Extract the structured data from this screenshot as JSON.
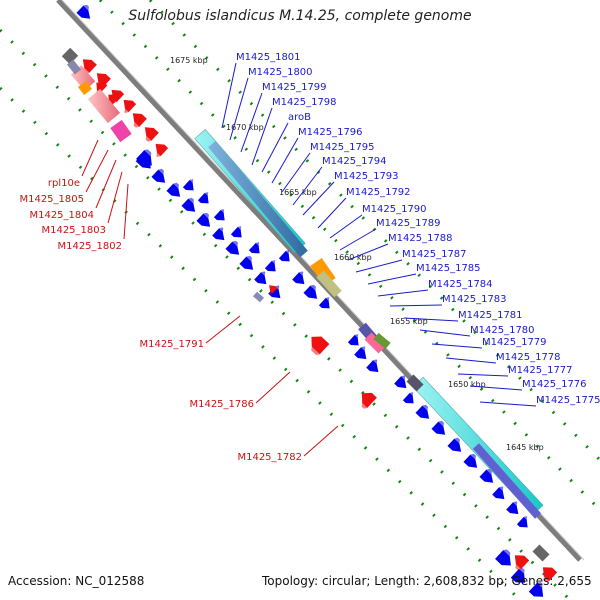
{
  "title": "Sulfolobus islandicus M.14.25, complete genome",
  "footer": {
    "accession": "Accession: NC_012588",
    "summary": "Topology: circular; Length: 2,608,832 bp; Genes: 2,655"
  },
  "scale_labels": [
    "1675 kbp",
    "1670 kbp",
    "1665 kbp",
    "1660 kbp",
    "1655 kbp",
    "1650 kbp",
    "1645 kbp"
  ],
  "right_genes": [
    "M1425_1801",
    "M1425_1800",
    "M1425_1799",
    "M1425_1798",
    "aroB",
    "M1425_1796",
    "M1425_1795",
    "M1425_1794",
    "M1425_1793",
    "M1425_1792",
    "M1425_1790",
    "M1425_1789",
    "M1425_1788",
    "M1425_1787",
    "M1425_1785",
    "M1425_1784",
    "M1425_1783",
    "M1425_1781",
    "M1425_1780",
    "M1425_1779",
    "M1425_1778",
    "M1425_1777",
    "M1425_1776",
    "M1425_1775"
  ],
  "left_genes": [
    "rpl10e",
    "M1425_1805",
    "M1425_1804",
    "M1425_1803",
    "M1425_1802"
  ],
  "mid_genes": [
    "M1425_1791",
    "M1425_1786",
    "M1425_1782"
  ],
  "colors": {
    "forward_cds": "#0000ee",
    "reverse_cds": "#ee0000",
    "backbone": "#888888",
    "tick": "#118811",
    "label_forward": "#1a1acc",
    "label_reverse": "#cc1111",
    "cyan_block": "#33e0e0",
    "steel_block": "#4a82b8"
  }
}
